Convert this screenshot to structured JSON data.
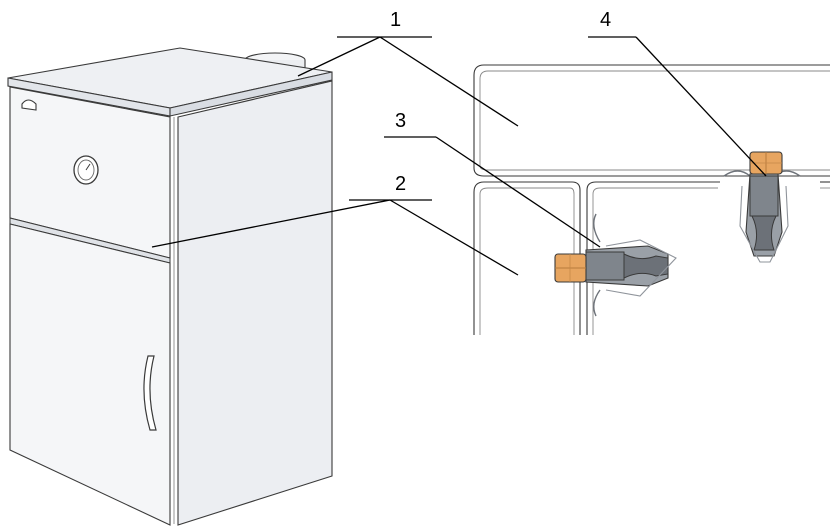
{
  "figure": {
    "callouts": [
      {
        "id": "1",
        "label": "1"
      },
      {
        "id": "2",
        "label": "2"
      },
      {
        "id": "3",
        "label": "3"
      },
      {
        "id": "4",
        "label": "4"
      }
    ],
    "colors": {
      "panel": "#f4f5f7",
      "panel_side": "#e9ebef",
      "top": "#eef0f3",
      "outline": "#3a3a3a",
      "nut": "#e7a560",
      "fastener": "#7a7f86"
    }
  }
}
